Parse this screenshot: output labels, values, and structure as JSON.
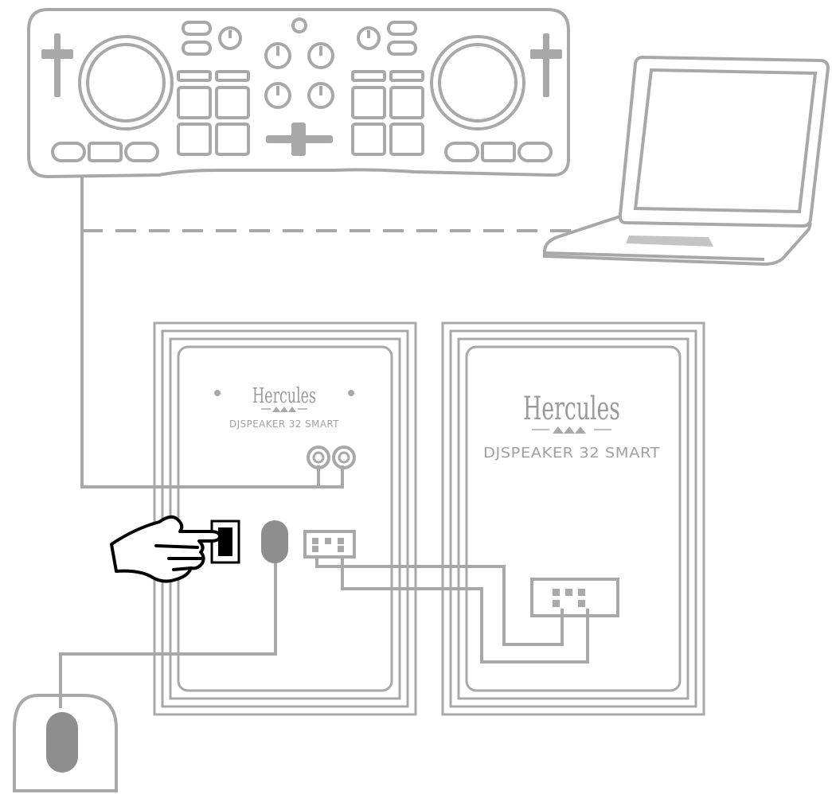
{
  "speakers": {
    "left": {
      "brand": "Hercules",
      "model": "DJSPEAKER 32 SMART"
    },
    "right": {
      "brand": "Hercules",
      "model": "DJSPEAKER 32 SMART"
    }
  },
  "colors": {
    "line": "#a8a8a8",
    "hand": "#000000",
    "background": "#ffffff"
  },
  "icons": [
    "dj-controller-icon",
    "laptop-icon",
    "pointing-hand-icon",
    "power-plug-icon",
    "rca-jack-icon",
    "speaker-cable-connector-icon"
  ]
}
